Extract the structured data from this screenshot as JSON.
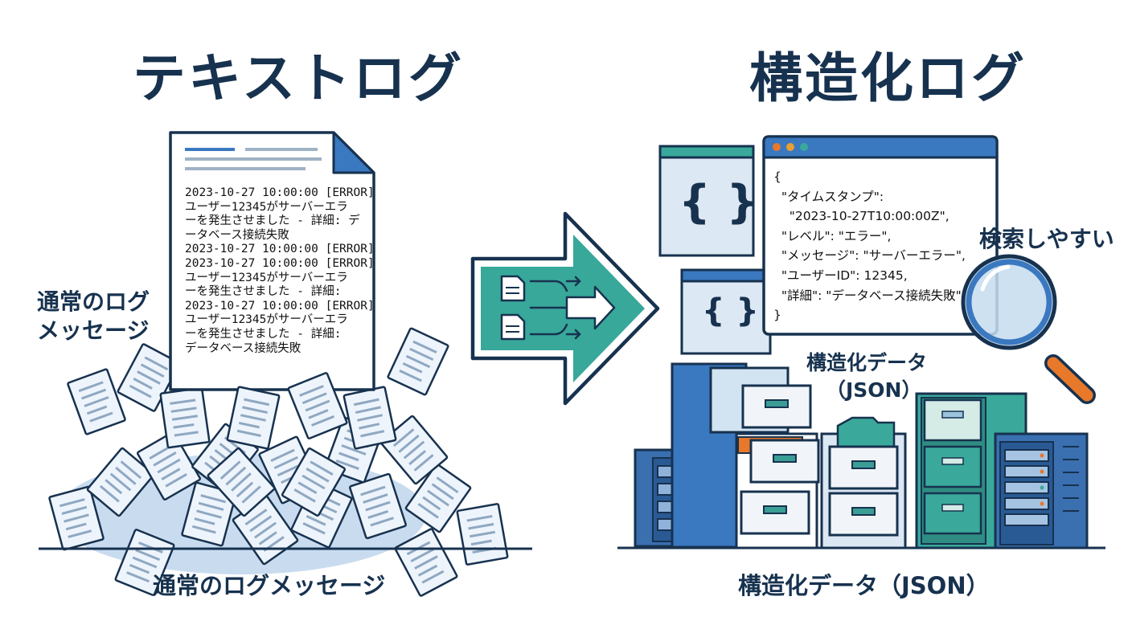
{
  "left": {
    "title": "テキストログ",
    "side_label_line1": "通常のログ",
    "side_label_line2": "メッセージ",
    "caption": "通常のログメッセージ",
    "log_lines": [
      "2023-10-27 10:00:00 [ERROR]",
      "ユーザー12345がサーバーエラ",
      "ーを発生させました - 詳細: デ",
      "ータベース接続失敗",
      "2023-10-27 10:00:00 [ERROR]",
      "2023-10-27 10:00:00 [ERROR]",
      "ユーザー12345がサーバーエラ",
      "ーを発生させました - 詳細:",
      "2023-10-27 10:00:00 [ERROR]",
      "ユーザー12345がサーバーエラ",
      "ーを発生させました - 詳細:",
      "データベース接続失敗"
    ]
  },
  "right": {
    "title": "構造化ログ",
    "json_lines": [
      "{",
      "  \"タイムスタンプ\":",
      "    \"2023-10-27T10:00:00Z\",",
      "  \"レベル\": \"エラー\",",
      "  \"メッセージ\": \"サーバーエラー\",",
      "  \"ユーザーID\": 12345,",
      "  \"詳細\": \"データベース接続失敗\"",
      "}"
    ],
    "search_label": "検索しやすい",
    "data_label_line1": "構造化データ",
    "data_label_line2": "（JSON）",
    "caption": "構造化データ（JSON）"
  },
  "icons": {
    "braces": "{ }"
  },
  "colors": {
    "navy": "#17324f",
    "blue": "#3a78c0",
    "teal": "#35a99a",
    "paper": "#e6eff8",
    "orange": "#e8782a"
  }
}
